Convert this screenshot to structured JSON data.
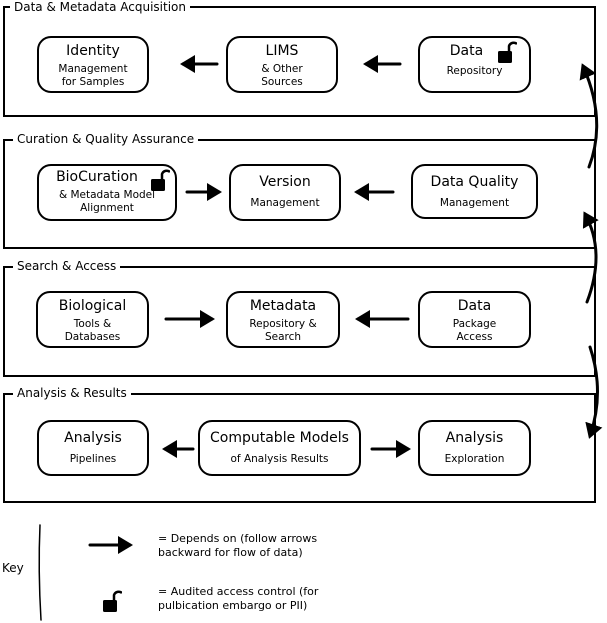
{
  "sections": [
    {
      "title": "Data & Metadata Acquisition"
    },
    {
      "title": "Curation & Quality Assurance"
    },
    {
      "title": "Search & Access"
    },
    {
      "title": "Analysis & Results"
    }
  ],
  "nodes": {
    "identity": {
      "title": "Identity",
      "sub1": "Management",
      "sub2": "for Samples"
    },
    "lims": {
      "title": "LIMS",
      "sub1": "& Other",
      "sub2": "Sources"
    },
    "data_repo": {
      "title": "Data",
      "sub1": "Repository"
    },
    "biocuration": {
      "title": "BioCuration",
      "sub1": "& Metadata Model",
      "sub2": "Alignment"
    },
    "version": {
      "title": "Version",
      "sub1": "Management"
    },
    "data_quality": {
      "title": "Data Quality",
      "sub1": "Management"
    },
    "biological": {
      "title": "Biological",
      "sub1": "Tools &",
      "sub2": "Databases"
    },
    "metadata": {
      "title": "Metadata",
      "sub1": "Repository &",
      "sub2": "Search"
    },
    "data_package": {
      "title": "Data",
      "sub1": "Package",
      "sub2": "Access"
    },
    "analysis_pipelines": {
      "title": "Analysis",
      "sub1": "Pipelines"
    },
    "computable_models": {
      "title": "Computable Models",
      "sub1": "of Analysis Results"
    },
    "analysis_exploration": {
      "title": "Analysis",
      "sub1": "Exploration"
    }
  },
  "key": {
    "label": "Key",
    "arrow_text_1": "= Depends on (follow arrows",
    "arrow_text_2": "backward for flow of data)",
    "lock_text_1": "= Audited access control (for",
    "lock_text_2": "pulbication embargo or PII)"
  },
  "icons": {
    "lock": "lock-open-icon",
    "arrow": "arrow-icon"
  }
}
